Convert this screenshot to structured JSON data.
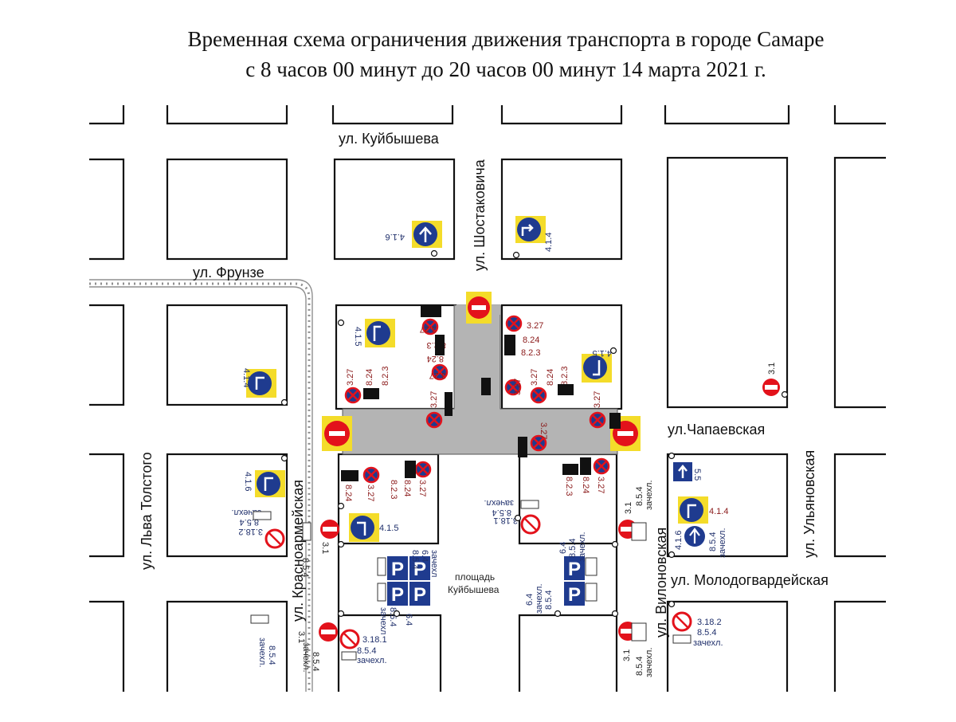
{
  "title": {
    "line1": "Временная схема ограничения движения транспорта в городе Самаре",
    "line2": "с 8 часов 00 минут до 20 часов 00 минут 14 марта 2021 г."
  },
  "streets": {
    "kuybysheva": "ул. Куйбышева",
    "frunze": "ул. Фрунзе",
    "shostakovicha": "ул. Шостаковича",
    "chapaevskaya": "ул.Чапаевская",
    "lva_tolstogo": "ул. Льва Толстого",
    "krasnoarmeyskaya": "ул. Красноармейская",
    "vilonovskaya": "ул. Вилоновская",
    "ulyanovskaya": "ул. Ульяновская",
    "molodogvardeyskaya": "ул. Молодогвардейская",
    "square_line1": "площадь",
    "square_line2": "Куйбышева"
  },
  "sign_codes": {
    "c414": "4.1.4",
    "c416": "4.1.6",
    "c415": "4.1.5",
    "c31": "3.1",
    "c327": "3.27",
    "c824": "8.24",
    "c823": "8.2.3",
    "c55": "5.5",
    "c3182": "3.18.2",
    "c3181": "3.18.1",
    "c854": "8.5.4",
    "c64": "6.4",
    "zachehl": "зачехл.",
    "zachehl2": "зачехл",
    "parking": "P"
  },
  "colors": {
    "blocked_area": "#b4b4b4",
    "no_entry_red": "#e3121b",
    "sign_blue": "#1f3b8f",
    "sign_yellow": "#f4dc2a",
    "tram_track": "#9a9a9a",
    "code_red_text": "#8b1a1a",
    "code_blue_text": "#1f2f6b"
  },
  "icons": [
    "no-entry-sign",
    "no-stopping-sign",
    "direction-sign",
    "no-turn-sign",
    "parking-sign",
    "table-sign",
    "one-way-sign"
  ]
}
